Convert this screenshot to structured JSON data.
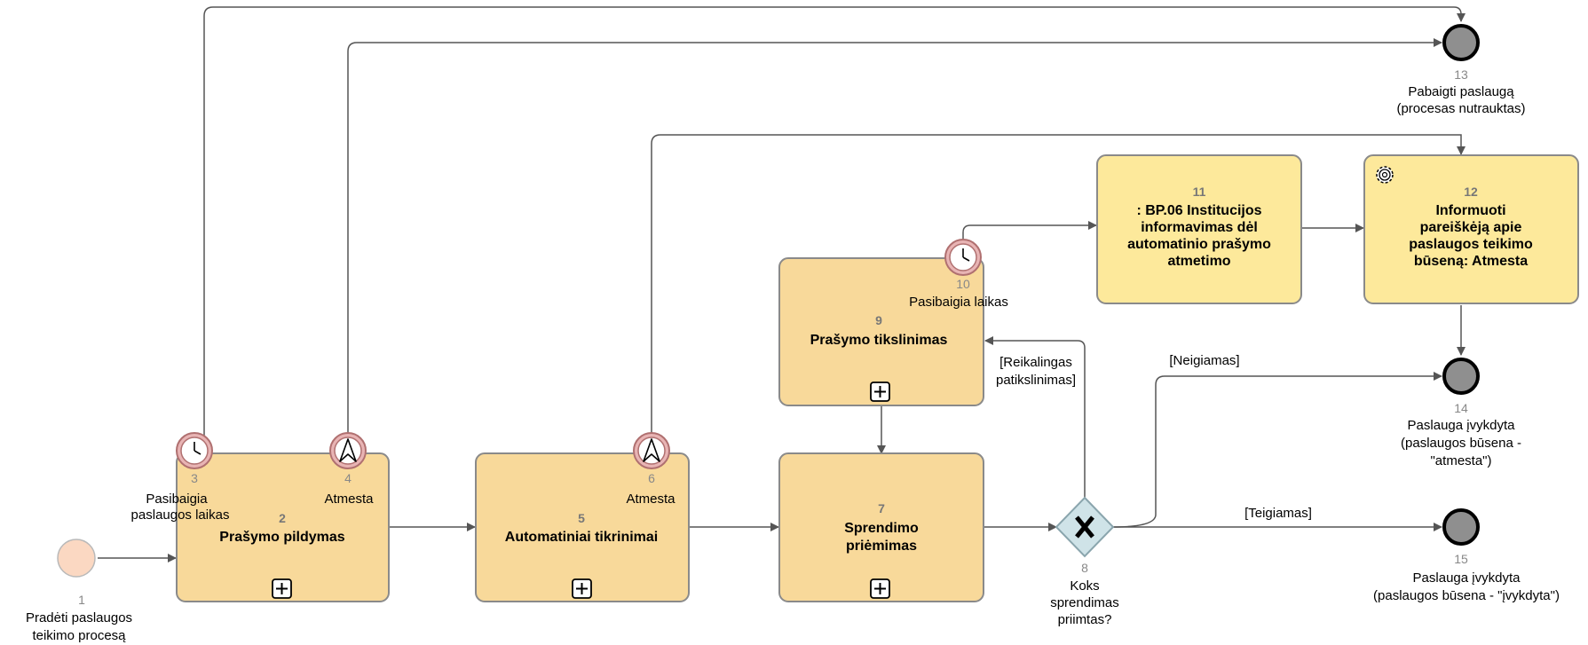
{
  "start": {
    "num": "1",
    "label": [
      "Pradėti paslaugos",
      "teikimo procesą"
    ]
  },
  "tasks": {
    "t2": {
      "num": "2",
      "title": [
        "Prašymo pildymas"
      ]
    },
    "t5": {
      "num": "5",
      "title": [
        "Automatiniai tikrinimai"
      ]
    },
    "t7": {
      "num": "7",
      "title": [
        "Sprendimo",
        "priėmimas"
      ]
    },
    "t9": {
      "num": "9",
      "title": [
        "Prašymo tikslinimas"
      ]
    },
    "t11": {
      "num": "11",
      "title": [
        ": BP.06 Institucijos",
        "informavimas dėl",
        "automatinio prašymo",
        "atmetimo"
      ]
    },
    "t12": {
      "num": "12",
      "title": [
        "Informuoti",
        "pareiškėją apie",
        "paslaugos teikimo",
        "būseną: Atmesta"
      ]
    }
  },
  "boundary": {
    "e3": {
      "num": "3",
      "label": [
        "Pasibaigia",
        "paslaugos laikas"
      ]
    },
    "e4": {
      "num": "4",
      "label": [
        "Atmesta"
      ]
    },
    "e6": {
      "num": "6",
      "label": [
        "Atmesta"
      ]
    },
    "e10": {
      "num": "10",
      "label": [
        "Pasibaigia laikas"
      ]
    }
  },
  "gateway": {
    "num": "8",
    "label": [
      "Koks",
      "sprendimas",
      "priimtas?"
    ]
  },
  "ends": {
    "e13": {
      "num": "13",
      "label": [
        "Pabaigti paslaugą",
        "(procesas nutrauktas)"
      ]
    },
    "e14": {
      "num": "14",
      "label": [
        "Paslauga įvykdyta",
        "(paslaugos būsena -",
        "\"atmesta\")"
      ]
    },
    "e15": {
      "num": "15",
      "label": [
        "Paslauga įvykdyta",
        "(paslaugos būsena - \"įvykdyta\")"
      ]
    }
  },
  "flow_labels": {
    "reikalingas": [
      "[Reikalingas",
      "patikslinimas]"
    ],
    "neigiamas": "[Neigiamas]",
    "teigiamas": "[Teigiamas]"
  },
  "icons": {
    "timer": "clock-icon",
    "escalation": "escalation-icon",
    "service": "gear-icon",
    "subprocess": "plus-icon",
    "gateway": "x-icon"
  },
  "colors": {
    "task": "#f8d99a",
    "task_highlight": "#fde99b",
    "end": "#8f8f8f",
    "start": "#fbd8c2",
    "boundary": "#e8b4b4",
    "gateway": "#cfe3e8"
  }
}
